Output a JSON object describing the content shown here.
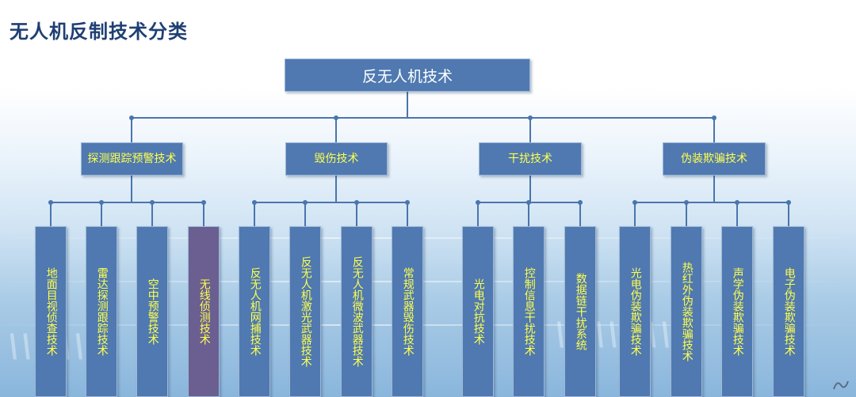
{
  "page_title": "无人机反制技术分类",
  "root": "反无人机技术",
  "categories": [
    {
      "label": "探测跟踪预警技术",
      "leaves": [
        "地面目视侦查技术",
        "雷达探测跟踪技术",
        "空中预警技术",
        "无线侦测技术"
      ]
    },
    {
      "label": "毁伤技术",
      "leaves": [
        "反无人机网捕技术",
        "反无人机激光武器技术",
        "反无人机微波武器技术",
        "常规武器毁伤技术"
      ]
    },
    {
      "label": "干扰技术",
      "leaves": [
        "光电对抗技术",
        "控制信息干扰技术",
        "数据链干扰系统"
      ]
    },
    {
      "label": "伪装欺骗技术",
      "leaves": [
        "光电伪装欺骗技术",
        "热红外伪装欺骗技术",
        "声学伪装欺骗技术",
        "电子伪装欺骗技术"
      ]
    }
  ],
  "colors": {
    "box_fill": "#4f79b0",
    "box_text": "#ffff4d",
    "root_text": "#ffffff",
    "highlight_fill": "#6a5f90",
    "connector": "#4a75ad",
    "title": "#1f3f73"
  }
}
